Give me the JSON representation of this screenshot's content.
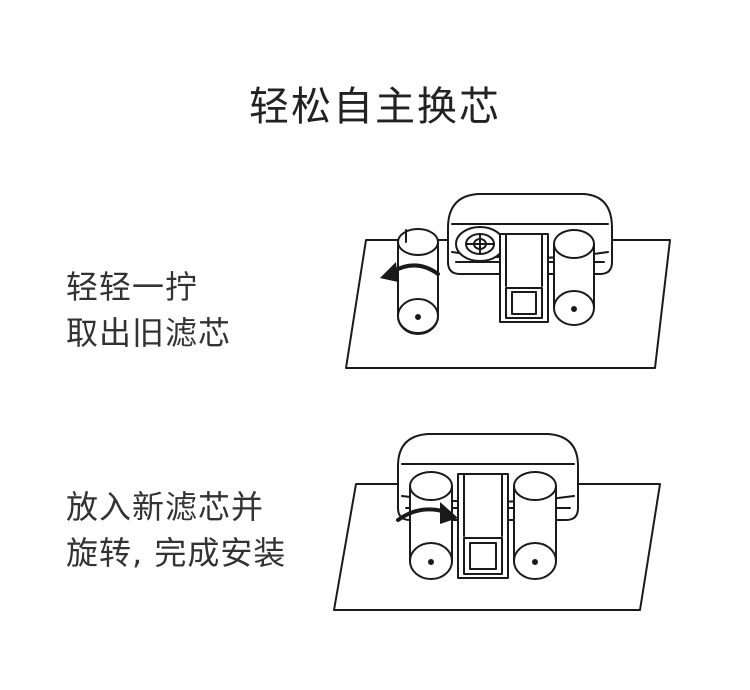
{
  "title": "轻松自主换芯",
  "steps": [
    {
      "line1": "轻轻一拧",
      "line2": "取出旧滤芯"
    },
    {
      "line1": "放入新滤芯并",
      "line2": "旋转, 完成安装"
    }
  ],
  "colors": {
    "stroke": "#1a1a1a",
    "background": "#ffffff",
    "text": "#222222"
  },
  "icons": {
    "step1_arrow": "curved-arrow-counterclockwise-icon",
    "step2_arrow": "curved-arrow-clockwise-icon"
  }
}
